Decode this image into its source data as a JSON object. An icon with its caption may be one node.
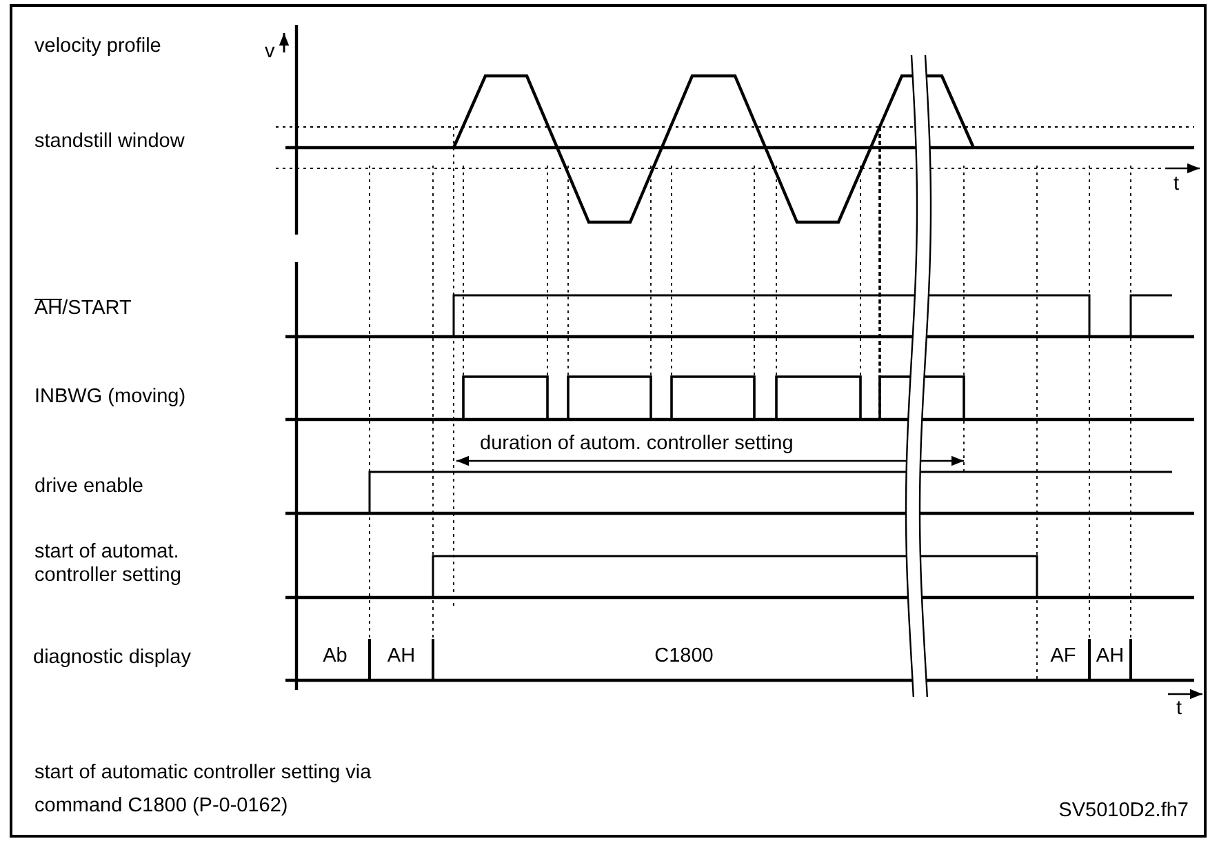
{
  "diagram": {
    "caption": "start of automatic controller setting via command C1800 (P-0-0162)",
    "labels": [
      "velocity profile",
      "v",
      "standstill window",
      "t",
      "AH/START",
      "INBWG (moving)",
      "duration of autom. controller setting",
      "drive enable",
      "start of automat. controller setting",
      "diagnostic display",
      "Ab",
      "AH",
      "C1800",
      "AF",
      "AH",
      "t",
      "SV5010D2.fh7"
    ]
  }
}
